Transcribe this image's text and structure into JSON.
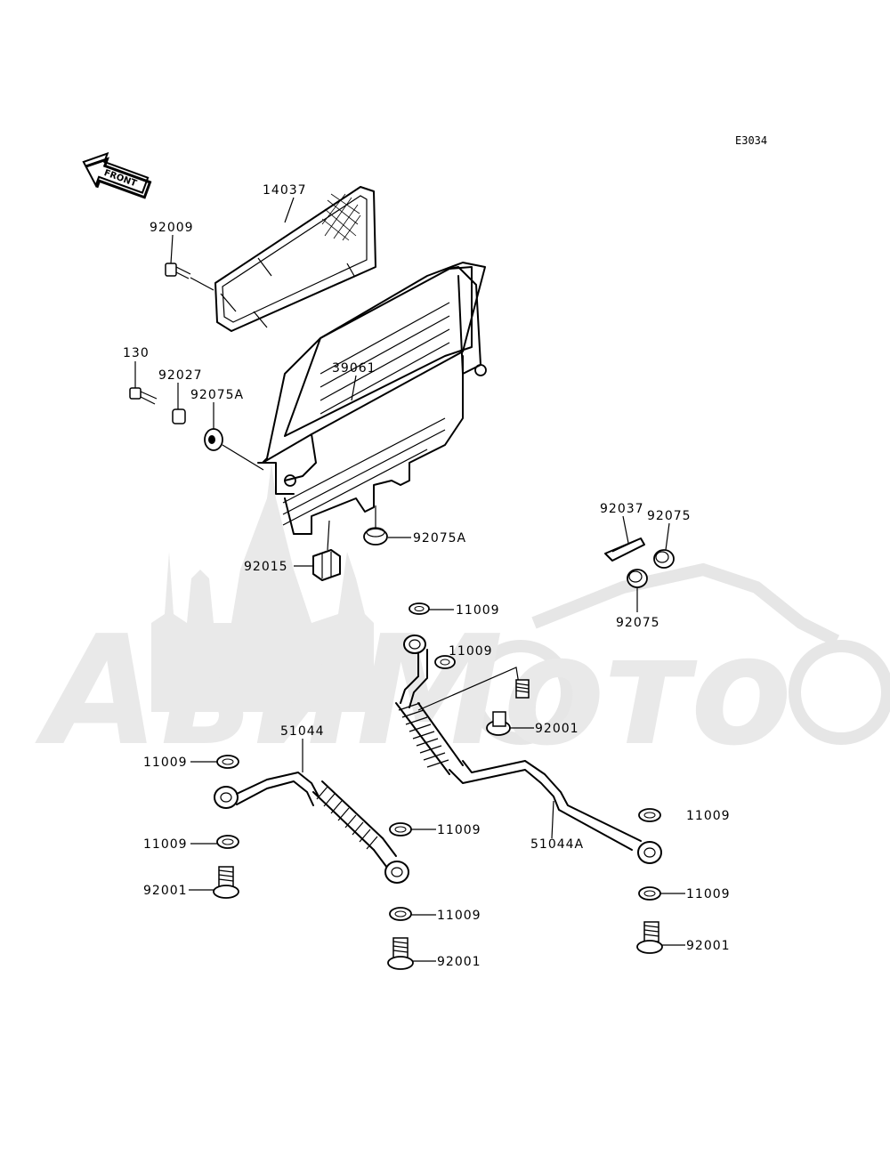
{
  "diagram": {
    "code": "E3034",
    "direction_label": "FRONT",
    "watermark": "АвиМото",
    "parts": {
      "p14037": "14037",
      "p92009": "92009",
      "p130": "130",
      "p92027": "92027",
      "p92075A_1": "92075A",
      "p39061": "39061",
      "p92075A_2": "92075A",
      "p92015": "92015",
      "p92037": "92037",
      "p92075_1": "92075",
      "p92075_2": "92075",
      "p11009_1": "11009",
      "p11009_2": "11009",
      "p92001_1": "92001",
      "p51044": "51044",
      "p11009_3": "11009",
      "p11009_4": "11009",
      "p92001_2": "92001",
      "p11009_5": "11009",
      "p51044A": "51044A",
      "p11009_6": "11009",
      "p11009_7": "11009",
      "p11009_8": "11009",
      "p92001_3": "92001",
      "p92001_4": "92001"
    }
  }
}
